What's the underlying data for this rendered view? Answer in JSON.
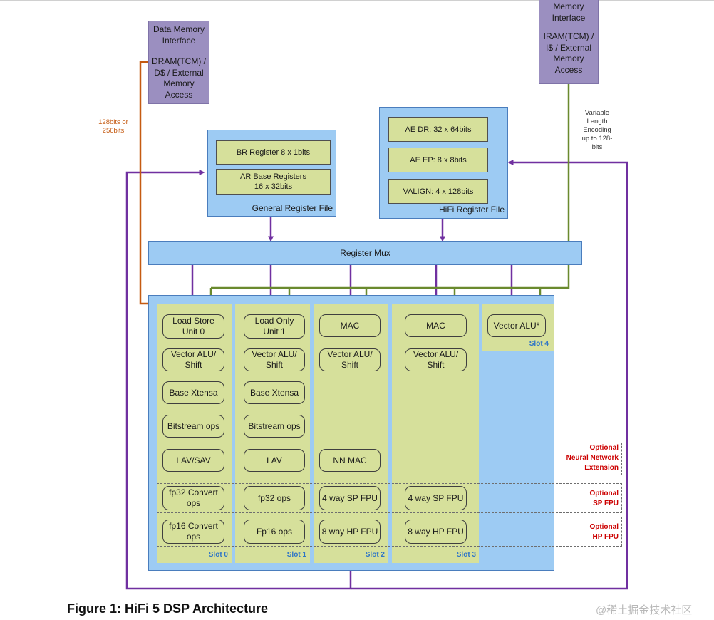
{
  "data_memory": {
    "title": "Data Memory\nInterface",
    "body": "DRAM(TCM) /\nD$ / External\nMemory\nAccess"
  },
  "instr_memory": {
    "title": "Memory\nInterface",
    "body": "IRAM(TCM) /\nI$ / External\nMemory\nAccess"
  },
  "data_bus_label": "128bits or\n256bits",
  "instr_bus_label": "Variable\nLength\nEncoding\nup to 128-\nbits",
  "general_rf": {
    "label": "General Register File",
    "regs": [
      "BR Register 8 x 1bits",
      "AR Base Registers\n16 x 32bits"
    ]
  },
  "hifi_rf": {
    "label": "HiFi Register File",
    "regs": [
      "AE DR:  32 x 64bits",
      "AE EP: 8 x 8bits",
      "VALIGN: 4 x 128bits"
    ]
  },
  "register_mux": "Register Mux",
  "slots": [
    {
      "label": "Slot 0",
      "units": [
        "Load Store\nUnit 0",
        "Vector ALU/\nShift",
        "Base Xtensa",
        "Bitstream ops",
        "LAV/SAV",
        "fp32 Convert\nops",
        "fp16 Convert\nops"
      ]
    },
    {
      "label": "Slot 1",
      "units": [
        "Load Only\nUnit 1",
        "Vector ALU/\nShift",
        "Base Xtensa",
        "Bitstream ops",
        "LAV",
        "fp32 ops",
        "Fp16 ops"
      ]
    },
    {
      "label": "Slot 2",
      "units": [
        "MAC",
        "Vector ALU/\nShift",
        "NN MAC",
        "4 way SP FPU",
        "8 way HP FPU"
      ]
    },
    {
      "label": "Slot 3",
      "units": [
        "MAC",
        "Vector ALU/\nShift",
        "4 way SP FPU",
        "8 way HP FPU"
      ]
    },
    {
      "label": "Slot 4",
      "units": [
        "Vector ALU*"
      ]
    }
  ],
  "optional_labels": [
    "Optional\nNeural Network\nExtension",
    "Optional\nSP FPU",
    "Optional\nHP FPU"
  ],
  "caption": "Figure 1: HiFi 5 DSP Architecture",
  "watermark": "@稀土掘金技术社区",
  "colors": {
    "purple_box": "#9b8fc0",
    "blue": "#9dcbf3",
    "green": "#d6e09b",
    "orange_bus": "#c55a11",
    "purple_bus": "#7030a0",
    "green_bus": "#6a8a2e",
    "optional_red": "#cc0000",
    "slot_blue": "#2e75c7"
  }
}
